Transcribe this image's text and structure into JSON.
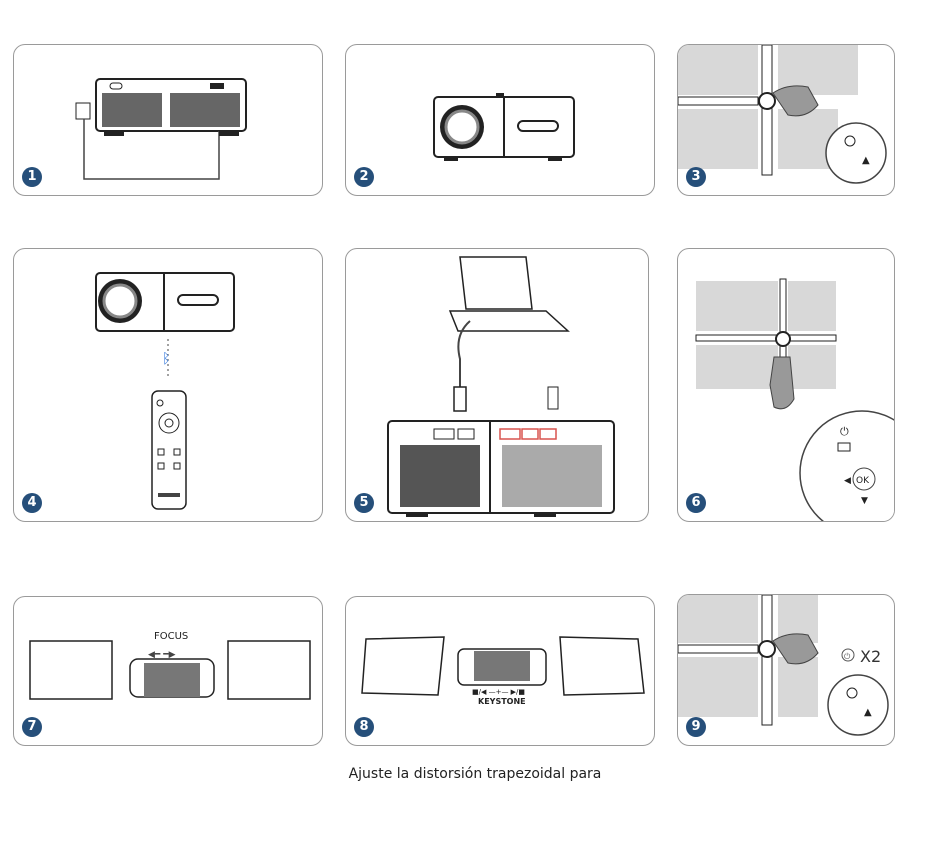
{
  "steps": [
    {
      "number": "1"
    },
    {
      "number": "2"
    },
    {
      "number": "3"
    },
    {
      "number": "4"
    },
    {
      "number": "5"
    },
    {
      "number": "6"
    },
    {
      "number": "7",
      "focus_label": "FOCUS"
    },
    {
      "number": "8",
      "keystone_label": "KEYSTONE",
      "keystone_marks": "■/◀ —+— ▶/■"
    },
    {
      "number": "9",
      "repeat_label": "X2"
    }
  ],
  "remote": {
    "ok_label": "OK"
  },
  "caption": "Ajuste la distorsión trapezoidal para",
  "colors": {
    "badge": "#264f7a",
    "border": "#9a9a9a",
    "port_highlight": "#d9534f",
    "bluetooth": "#3b7ddd"
  }
}
